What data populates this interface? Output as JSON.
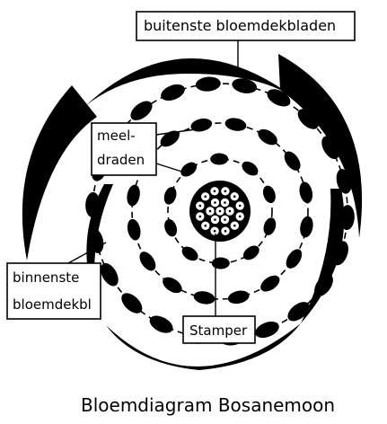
{
  "labels": {
    "outer_tepals": "buitenste bloemdekbladen",
    "stamens_line1": "meel-",
    "stamens_line2": "draden",
    "inner_tepals_line1": "binnenste",
    "inner_tepals_line2": "bloemdekbl",
    "pistil": "Stamper"
  },
  "caption": "Bloemdiagram Bosanemoon",
  "colors": {
    "ink": "#000000",
    "background": "#ffffff"
  },
  "counts": {
    "outer_tepals": 3,
    "inner_tepals": 3
  }
}
